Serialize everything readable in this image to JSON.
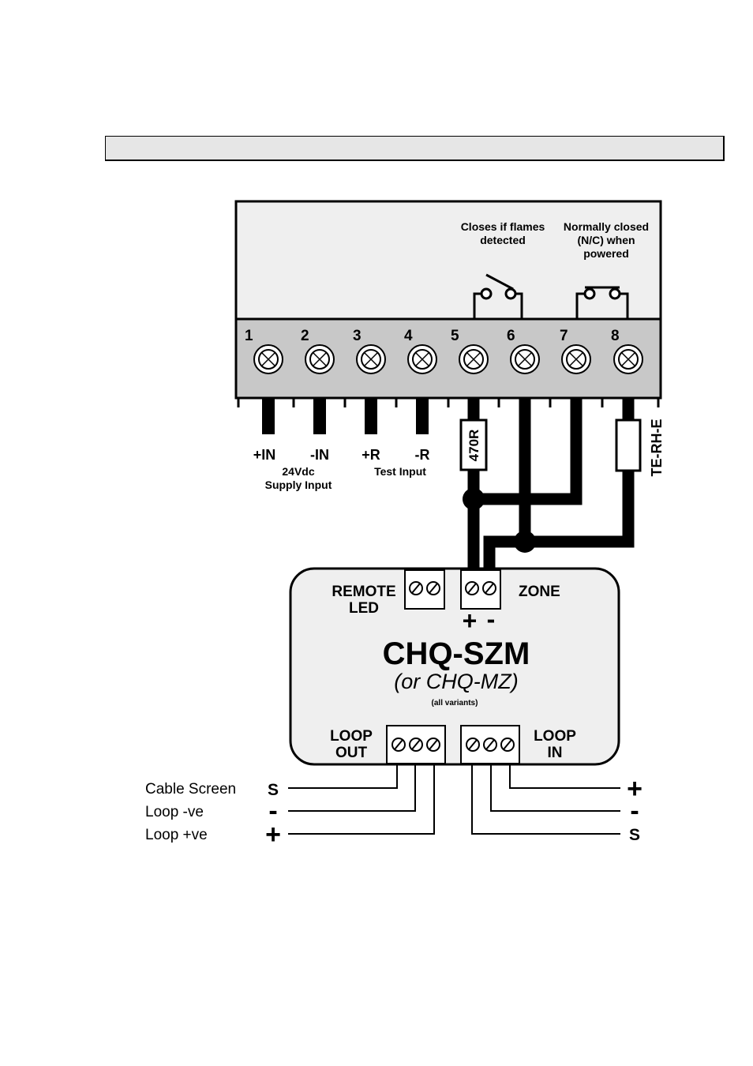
{
  "header": {
    "title": ""
  },
  "relays": {
    "flame_note_line1": "Closes if flames",
    "flame_note_line2": "detected",
    "nc_note_line1": "Normally closed",
    "nc_note_line2": "(N/C) when",
    "nc_note_line3": "powered"
  },
  "terminals": [
    "1",
    "2",
    "3",
    "4",
    "5",
    "6",
    "7",
    "8"
  ],
  "wire_labels": {
    "in_pos": "+IN",
    "in_neg": "-IN",
    "r_pos": "+R",
    "r_neg": "-R",
    "supply_line1": "24Vdc",
    "supply_line2": "Supply Input",
    "test_input": "Test Input",
    "resistor": "470R",
    "eol_device": "TE-RH-E"
  },
  "module": {
    "remote_led_line1": "REMOTE",
    "remote_led_line2": "LED",
    "zone": "ZONE",
    "zone_pos": "+",
    "zone_neg": "-",
    "name": "CHQ-SZM",
    "alt_name": "(or CHQ-MZ)",
    "variants": "(all variants)",
    "loop_out_line1": "LOOP",
    "loop_out_line2": "OUT",
    "loop_in_line1": "LOOP",
    "loop_in_line2": "IN"
  },
  "loop_legend": {
    "left": [
      {
        "name": "Cable Screen",
        "symbol": "S"
      },
      {
        "name": "Loop -ve",
        "symbol": "-"
      },
      {
        "name": "Loop +ve",
        "symbol": "+"
      }
    ],
    "right": [
      "+",
      "-",
      "S"
    ]
  }
}
